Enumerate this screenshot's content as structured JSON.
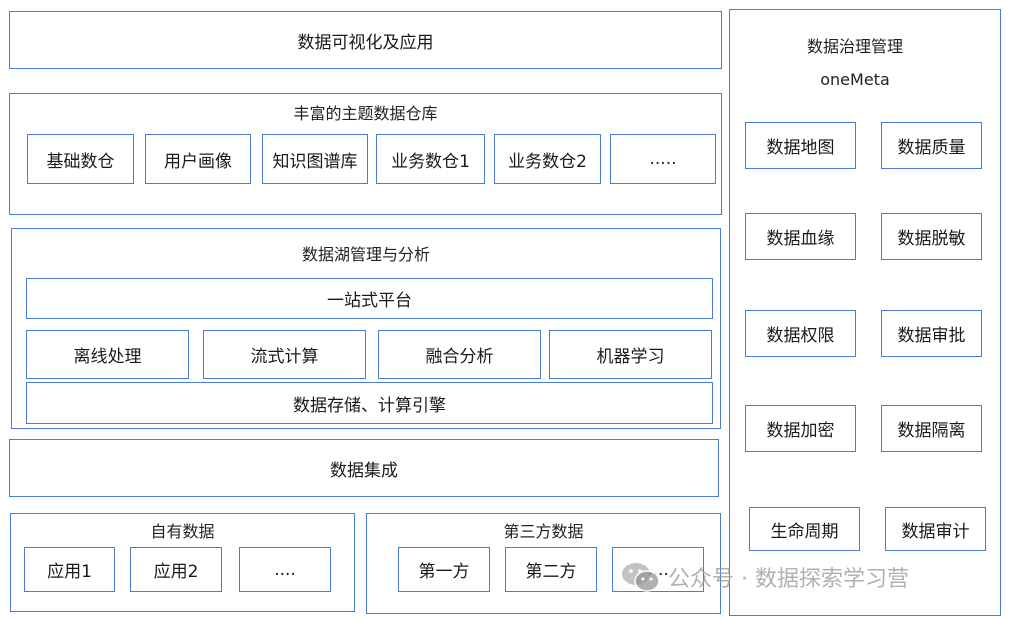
{
  "visualization": {
    "label": "数据可视化及应用"
  },
  "warehouse": {
    "title": "丰富的主题数据仓库",
    "items": [
      "基础数仓",
      "用户画像",
      "知识图谱库",
      "业务数仓1",
      "业务数仓2",
      "....."
    ]
  },
  "lake": {
    "title": "数据湖管理与分析",
    "platform": "一站式平台",
    "items": [
      "离线处理",
      "流式计算",
      "融合分析",
      "机器学习"
    ],
    "storage": "数据存储、计算引擎"
  },
  "integration": {
    "label": "数据集成"
  },
  "own_data": {
    "title": "自有数据",
    "items": [
      "应用1",
      "应用2",
      "...."
    ]
  },
  "third_party": {
    "title": "第三方数据",
    "items": [
      "第一方",
      "第二方",
      "...."
    ]
  },
  "governance": {
    "title": "数据治理管理",
    "subtitle": "oneMeta",
    "items": [
      "数据地图",
      "数据质量",
      "数据血缘",
      "数据脱敏",
      "数据权限",
      "数据审批",
      "数据加密",
      "数据隔离",
      "生命周期",
      "数据审计"
    ]
  },
  "watermark": {
    "text": "公众号 · 数据探索学习营",
    "icon": "wechat-icon"
  }
}
